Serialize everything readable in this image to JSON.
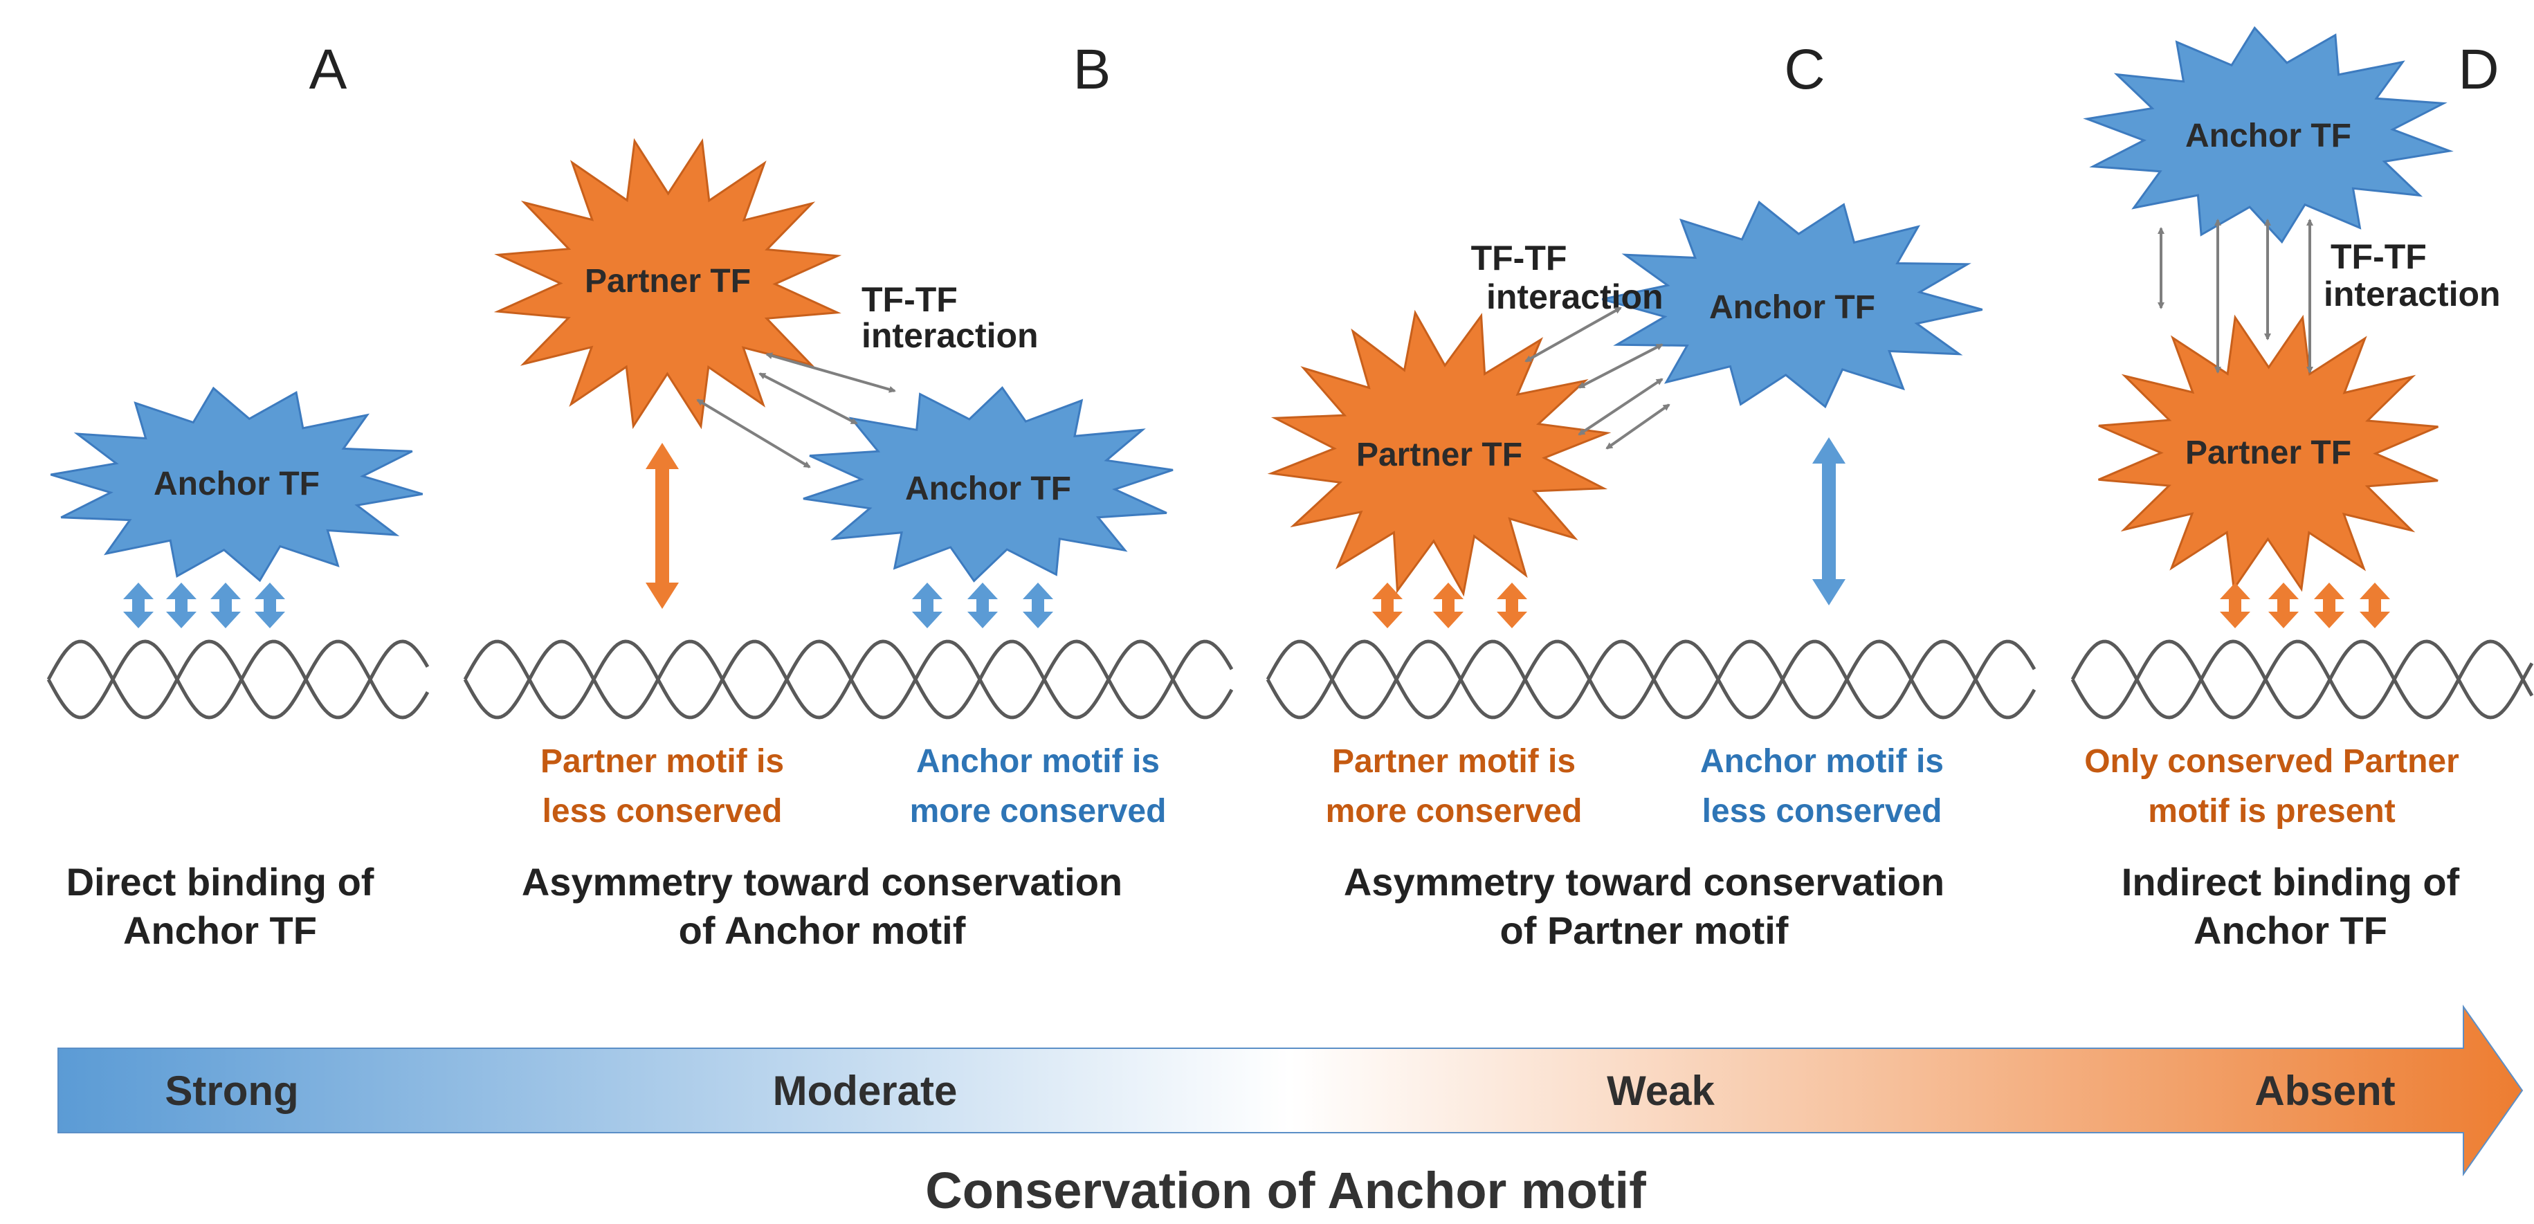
{
  "colors": {
    "anchor": "#5b9bd5",
    "anchor_dark": "#3d7bbf",
    "partner": "#ed7d31",
    "partner_dark": "#c8601c",
    "interaction": "#7f7f7f",
    "dna": "#595959",
    "anchor_text": "#2e75b6",
    "partner_text": "#c55a11"
  },
  "panels": [
    {
      "letter": "A",
      "tf_labels": [
        "Anchor TF"
      ],
      "motif_labels": [],
      "caption": [
        "Direct binding of",
        "Anchor TF"
      ]
    },
    {
      "letter": "B",
      "tf_labels": [
        "Partner TF",
        "Anchor TF"
      ],
      "interaction_label": [
        "TF-TF",
        "interaction"
      ],
      "motif_labels": [
        {
          "lines": [
            "Partner motif is",
            "less conserved"
          ],
          "kind": "partner"
        },
        {
          "lines": [
            "Anchor motif is",
            "more conserved"
          ],
          "kind": "anchor"
        }
      ],
      "caption": [
        "Asymmetry toward conservation",
        "of Anchor motif"
      ]
    },
    {
      "letter": "C",
      "tf_labels": [
        "Partner TF",
        "Anchor TF"
      ],
      "interaction_label": [
        "TF-TF",
        "interaction"
      ],
      "motif_labels": [
        {
          "lines": [
            "Partner motif is",
            "more conserved"
          ],
          "kind": "partner"
        },
        {
          "lines": [
            "Anchor motif is",
            "less conserved"
          ],
          "kind": "anchor"
        }
      ],
      "caption": [
        "Asymmetry toward conservation",
        "of Partner motif"
      ]
    },
    {
      "letter": "D",
      "tf_labels": [
        "Anchor TF",
        "Partner TF"
      ],
      "interaction_label": [
        "TF-TF",
        "interaction"
      ],
      "motif_labels": [
        {
          "lines": [
            "Only conserved Partner",
            "motif is present"
          ],
          "kind": "partner"
        }
      ],
      "caption": [
        "Indirect binding of",
        "Anchor TF"
      ]
    }
  ],
  "scale": {
    "levels": [
      "Strong",
      "Moderate",
      "Weak",
      "Absent"
    ],
    "title": "Conservation of Anchor motif"
  }
}
